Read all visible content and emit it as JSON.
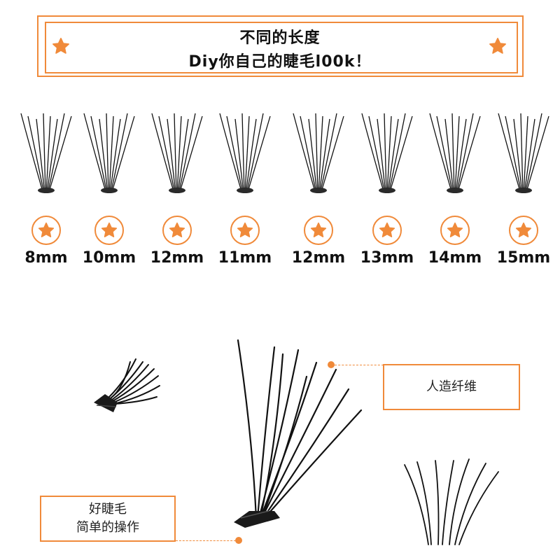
{
  "header": {
    "line1": "不同的长度",
    "line2": "Diy你自己的睫毛l00k！"
  },
  "lengths": [
    {
      "label": "8mm"
    },
    {
      "label": "10mm"
    },
    {
      "label": "12mm"
    },
    {
      "label": "11mm"
    },
    {
      "label": "12mm"
    },
    {
      "label": "13mm"
    },
    {
      "label": "14mm"
    },
    {
      "label": "15mm"
    }
  ],
  "callouts": {
    "fiber": "人造纤维",
    "good_line1": "好睫毛",
    "good_line2": "简单的操作"
  },
  "colors": {
    "accent": "#f08a3a",
    "text": "#111111"
  },
  "icons": [
    "star-icon",
    "lash-cluster-image"
  ]
}
